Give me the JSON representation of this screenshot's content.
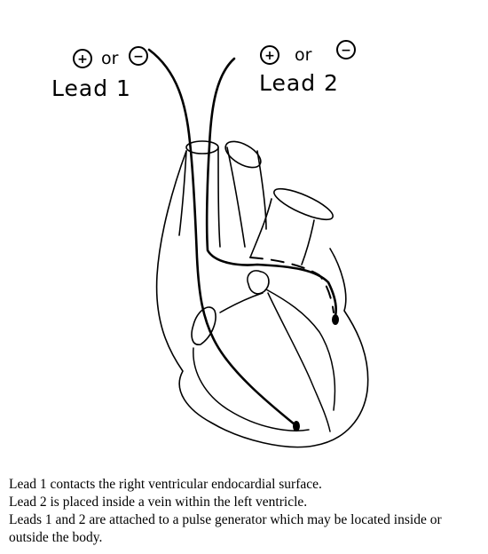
{
  "labels": {
    "lead1": {
      "name": "Lead 1",
      "or": "or",
      "plus": "+",
      "minus": "−"
    },
    "lead2": {
      "name": "Lead 2",
      "or": "or",
      "plus": "+",
      "minus": "−"
    }
  },
  "caption": [
    "Lead 1 contacts the right ventricular endocardial surface.",
    "Lead 2 is placed inside a vein within the left ventricle.",
    "Leads 1 and 2 are attached to a pulse generator which may be located inside or outside the body."
  ]
}
